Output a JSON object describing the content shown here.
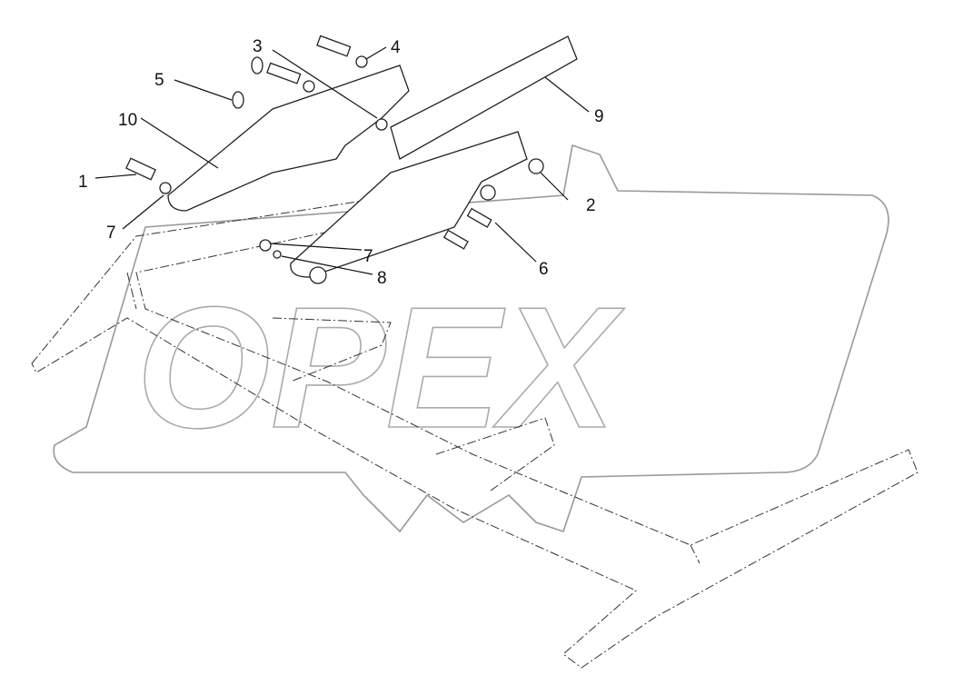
{
  "diagram": {
    "watermark": "OPEX",
    "callouts": [
      {
        "id": "c1",
        "text": "1"
      },
      {
        "id": "c2",
        "text": "2"
      },
      {
        "id": "c3",
        "text": "3"
      },
      {
        "id": "c4",
        "text": "4"
      },
      {
        "id": "c5",
        "text": "5"
      },
      {
        "id": "c6",
        "text": "6"
      },
      {
        "id": "c7a",
        "text": "7"
      },
      {
        "id": "c7b",
        "text": "7"
      },
      {
        "id": "c8",
        "text": "8"
      },
      {
        "id": "c9",
        "text": "9"
      },
      {
        "id": "c10",
        "text": "10"
      }
    ]
  }
}
